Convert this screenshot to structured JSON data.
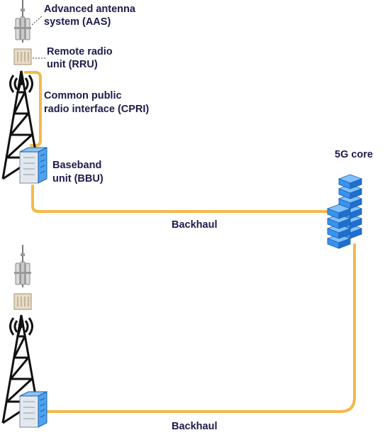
{
  "colors": {
    "link": "#f5b84a",
    "tower": "#111111",
    "text": "#1e1b4b",
    "server_blue": "#2f8ff0",
    "rack_blue": "#4ea3f0"
  },
  "labels": {
    "aas_line1": "Advanced antenna",
    "aas_line2": "system (AAS)",
    "rru_line1": "Remote radio",
    "rru_line2": "unit (RRU)",
    "cpri_line1": "Common public",
    "cpri_line2": "radio interface (CPRI)",
    "bbu_line1": "Baseband",
    "bbu_line2": "unit (BBU)",
    "core": "5G core",
    "backhaul_top": "Backhaul",
    "backhaul_bottom": "Backhaul"
  },
  "icons": {
    "antenna": "antenna-icon",
    "rru": "radio-unit-icon",
    "tower": "tower-icon",
    "bbu": "server-rack-icon",
    "core": "server-stack-icon"
  }
}
